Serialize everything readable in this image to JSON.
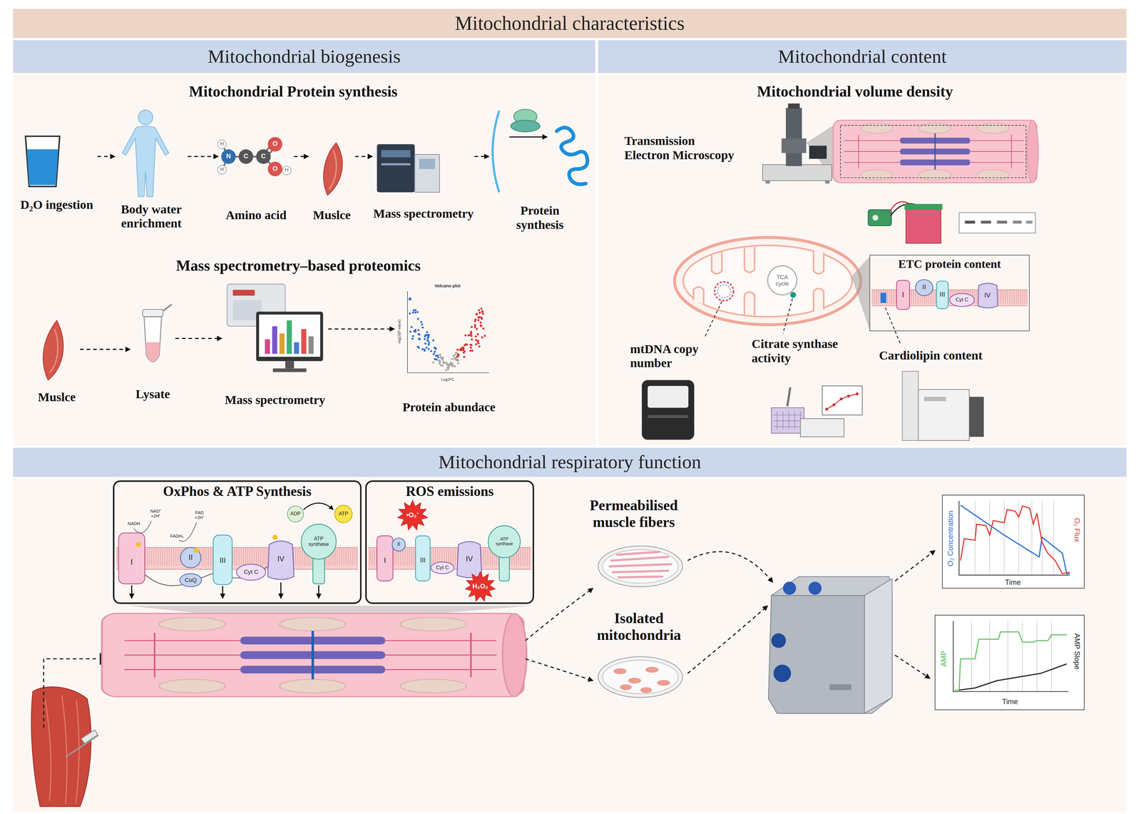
{
  "diagram": {
    "title": "Mitochondrial characteristics",
    "nodes": [
      {
        "text": [
          "Mitochondrial biogenesis"
        ]
      },
      {
        "text": [
          "D₂O ingestion"
        ],
        "in": 0
      },
      {
        "text": [
          "Body water enrichment"
        ],
        "in": 0
      },
      {
        "text": [
          "Amino acid"
        ],
        "in": 0
      },
      {
        "text": [
          "Muslce"
        ],
        "in": 0
      },
      {
        "text": [
          "Mass spectrometry"
        ],
        "in": 0
      },
      {
        "text": [
          "Protein synthesis"
        ],
        "in": 0
      },
      {
        "text": [
          "Muslce"
        ],
        "in": 0
      },
      {
        "text": [
          "Lysate"
        ],
        "in": 0
      },
      {
        "text": [
          "Mass spectrometry"
        ],
        "in": 0
      },
      {
        "text": [
          "Protein abundace"
        ],
        "in": 0
      },
      {
        "text": [
          "Mitochondrial content"
        ]
      },
      {
        "text": [
          "Transmission Electron Microscopy"
        ],
        "in": 11
      },
      {
        "text": [
          "ETC protein content"
        ],
        "in": 11
      },
      {
        "text": [
          "mtDNA copy number"
        ],
        "in": 11
      },
      {
        "text": [
          "Citrate synthase activity"
        ],
        "in": 11
      },
      {
        "text": [
          "Cardiolipin content"
        ],
        "in": 11
      },
      {
        "text": [
          "Mitochondrial respiratory function"
        ]
      },
      {
        "text": [
          "OxPhos & ATP Synthesis"
        ],
        "in": 17
      },
      {
        "text": [
          "ROS emissions"
        ],
        "in": 17
      },
      {
        "text": [
          "Permeabilised muscle fibers"
        ],
        "in": 17
      },
      {
        "text": [
          "Isolated mitochondria"
        ],
        "in": 17
      }
    ],
    "edges": [
      {
        "from": 1,
        "to": 2,
        "arrow": "to"
      },
      {
        "from": 2,
        "to": 3,
        "arrow": "to"
      },
      {
        "from": 3,
        "to": 4,
        "arrow": "to"
      },
      {
        "from": 4,
        "to": 5,
        "arrow": "to"
      },
      {
        "from": 5,
        "to": 6,
        "arrow": "to"
      },
      {
        "from": 7,
        "to": 8,
        "arrow": "to"
      },
      {
        "from": 8,
        "to": 9,
        "arrow": "to"
      },
      {
        "from": 9,
        "to": 10,
        "arrow": "to"
      }
    ],
    "labels": [
      "Mitochondrial Protein synthesis",
      "Mass spectrometry–based proteomics",
      "H",
      "N",
      "H",
      "C",
      "C",
      "O",
      "O",
      "H",
      "Volcano plot",
      "-log10(P value)",
      "Log2FC",
      "Mitochondrial volume density",
      "TCA cycle",
      "I",
      "II",
      "III",
      "Cyt C",
      "IV",
      "NADH",
      "NAD⁺ +2H⁺",
      "FADH₂",
      "FAD +2H⁺",
      "I",
      "II",
      "CoQ",
      "III",
      "Cyt C",
      "IV",
      "ATP synthase",
      "ADP",
      "ATP",
      "•O₂⁻",
      "I",
      "II",
      "III",
      "Cyt C",
      "IV",
      "ATP synthase",
      "H₂O₂",
      "O₂ Concentration",
      "O₂ Flux",
      "Time",
      "AMP",
      "AMP Slope",
      "Time"
    ]
  }
}
